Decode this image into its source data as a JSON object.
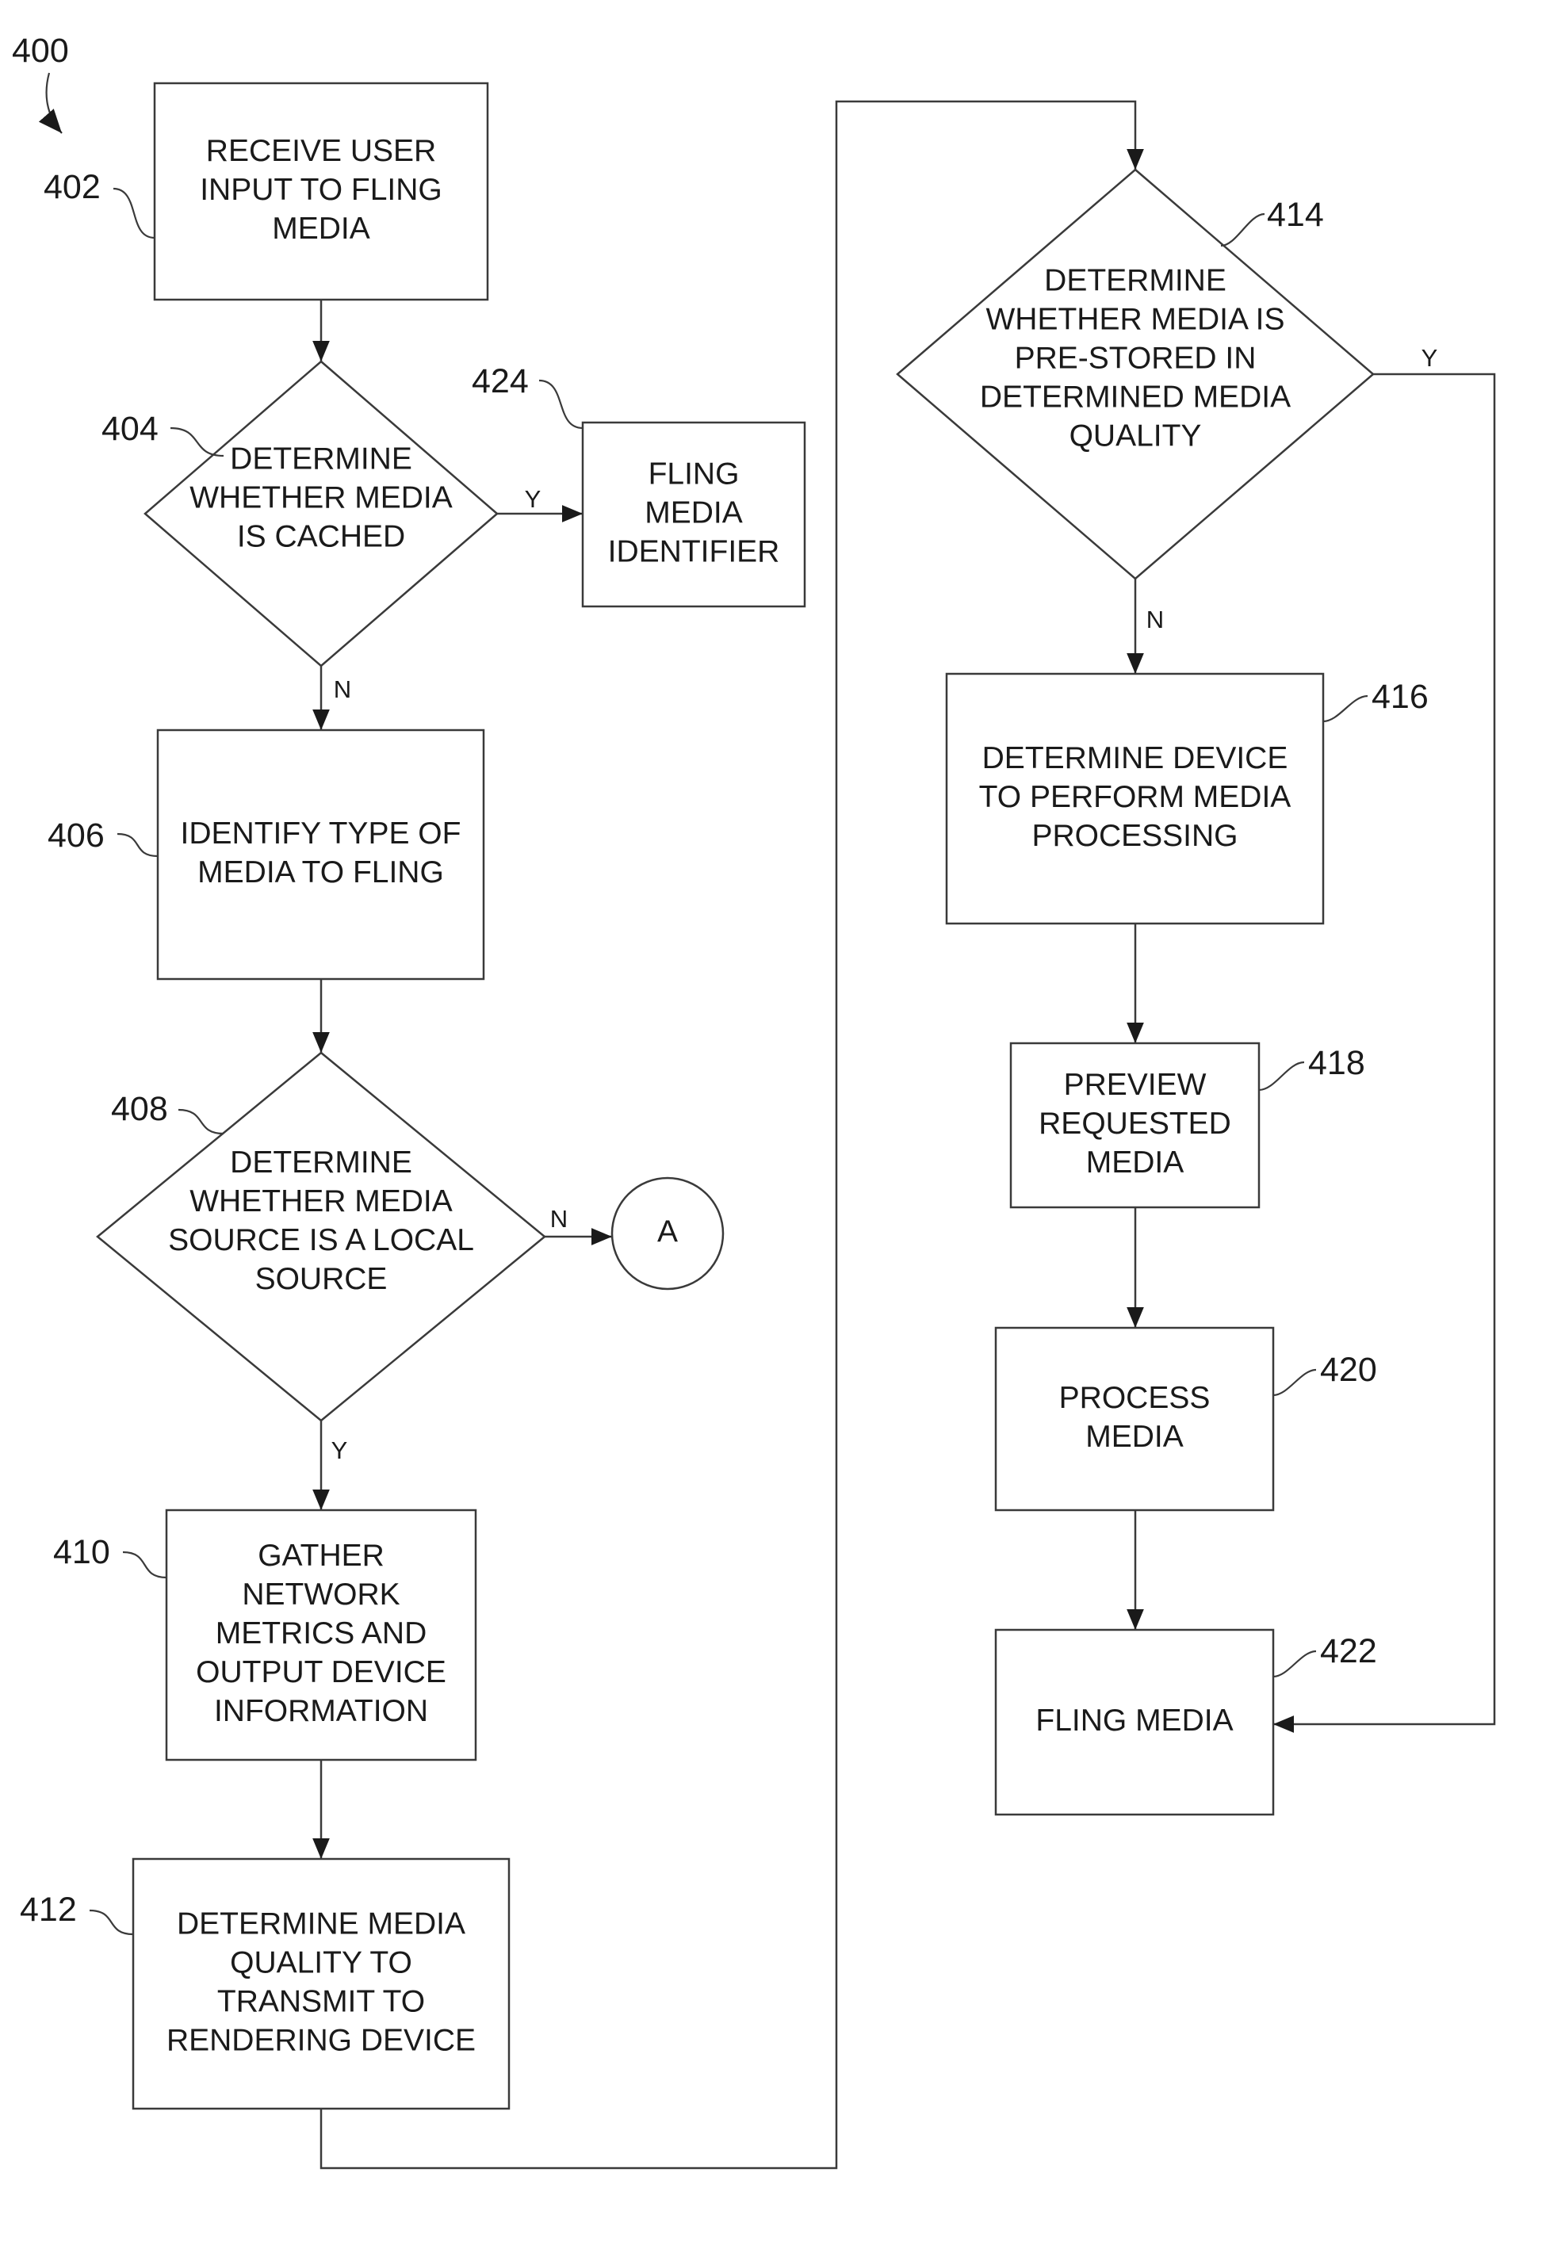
{
  "figure": {
    "ref": "400"
  },
  "nodes": [
    {
      "id": "402",
      "type": "process",
      "ref": "402",
      "lines": [
        "RECEIVE USER",
        "INPUT TO FLING",
        "MEDIA"
      ]
    },
    {
      "id": "404",
      "type": "decision",
      "ref": "404",
      "lines": [
        "DETERMINE",
        "WHETHER MEDIA",
        "IS CACHED"
      ]
    },
    {
      "id": "424",
      "type": "process",
      "ref": "424",
      "lines": [
        "FLING",
        "MEDIA",
        "IDENTIFIER"
      ]
    },
    {
      "id": "406",
      "type": "process",
      "ref": "406",
      "lines": [
        "IDENTIFY TYPE OF",
        "MEDIA TO FLING"
      ]
    },
    {
      "id": "408",
      "type": "decision",
      "ref": "408",
      "lines": [
        "DETERMINE",
        "WHETHER MEDIA",
        "SOURCE IS A LOCAL",
        "SOURCE"
      ]
    },
    {
      "id": "A",
      "type": "connector",
      "ref": "",
      "lines": [
        "A"
      ]
    },
    {
      "id": "410",
      "type": "process",
      "ref": "410",
      "lines": [
        "GATHER",
        "NETWORK",
        "METRICS AND",
        "OUTPUT DEVICE",
        "INFORMATION"
      ]
    },
    {
      "id": "412",
      "type": "process",
      "ref": "412",
      "lines": [
        "DETERMINE MEDIA",
        "QUALITY TO",
        "TRANSMIT TO",
        "RENDERING DEVICE"
      ]
    },
    {
      "id": "414",
      "type": "decision",
      "ref": "414",
      "lines": [
        "DETERMINE",
        "WHETHER MEDIA IS",
        "PRE-STORED IN",
        "DETERMINED MEDIA",
        "QUALITY"
      ]
    },
    {
      "id": "416",
      "type": "process",
      "ref": "416",
      "lines": [
        "DETERMINE DEVICE",
        "TO PERFORM MEDIA",
        "PROCESSING"
      ]
    },
    {
      "id": "418",
      "type": "process",
      "ref": "418",
      "lines": [
        "PREVIEW",
        "REQUESTED",
        "MEDIA"
      ]
    },
    {
      "id": "420",
      "type": "process",
      "ref": "420",
      "lines": [
        "PROCESS",
        "MEDIA"
      ]
    },
    {
      "id": "422",
      "type": "process",
      "ref": "422",
      "lines": [
        "FLING MEDIA"
      ]
    }
  ],
  "edges": [
    {
      "from": "402",
      "to": "404",
      "label": ""
    },
    {
      "from": "404",
      "to": "424",
      "label": "Y"
    },
    {
      "from": "404",
      "to": "406",
      "label": "N"
    },
    {
      "from": "406",
      "to": "408",
      "label": ""
    },
    {
      "from": "408",
      "to": "A",
      "label": "N"
    },
    {
      "from": "408",
      "to": "410",
      "label": "Y"
    },
    {
      "from": "410",
      "to": "412",
      "label": ""
    },
    {
      "from": "412",
      "to": "414",
      "label": ""
    },
    {
      "from": "414",
      "to": "416",
      "label": "N"
    },
    {
      "from": "414",
      "to": "422",
      "label": "Y"
    },
    {
      "from": "416",
      "to": "418",
      "label": ""
    },
    {
      "from": "418",
      "to": "420",
      "label": ""
    },
    {
      "from": "420",
      "to": "422",
      "label": ""
    }
  ]
}
